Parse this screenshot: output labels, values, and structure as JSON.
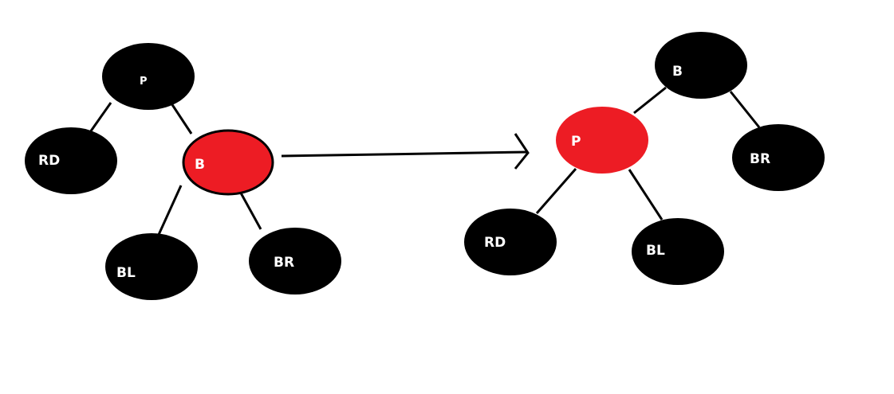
{
  "colors": {
    "black_node": "#000000",
    "red_node": "#ed1c24",
    "edge": "#000000",
    "label": "#ffffff"
  },
  "before": {
    "nodes": {
      "p": {
        "label": "P",
        "color": "black"
      },
      "rd": {
        "label": "RD",
        "color": "black"
      },
      "b": {
        "label": "B",
        "color": "red"
      },
      "bl": {
        "label": "BL",
        "color": "black"
      },
      "br": {
        "label": "BR",
        "color": "black"
      }
    },
    "edges": [
      [
        "P",
        "RD"
      ],
      [
        "P",
        "B"
      ],
      [
        "B",
        "BL"
      ],
      [
        "B",
        "BR"
      ]
    ]
  },
  "after": {
    "nodes": {
      "b": {
        "label": "B",
        "color": "black"
      },
      "p": {
        "label": "P",
        "color": "red"
      },
      "br": {
        "label": "BR",
        "color": "black"
      },
      "rd": {
        "label": "RD",
        "color": "black"
      },
      "bl": {
        "label": "BL",
        "color": "black"
      }
    },
    "edges": [
      [
        "B",
        "P"
      ],
      [
        "B",
        "BR"
      ],
      [
        "P",
        "RD"
      ],
      [
        "P",
        "BL"
      ]
    ]
  }
}
